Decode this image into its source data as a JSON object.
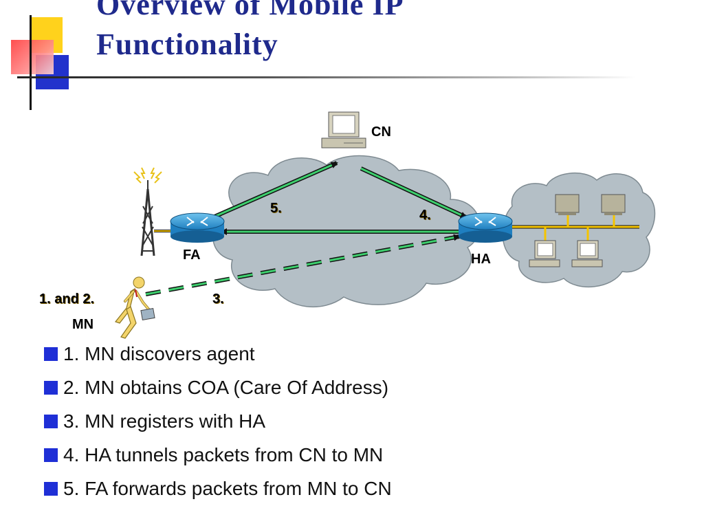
{
  "title": {
    "line1": "Overview of Mobile IP",
    "line2": "Functionality"
  },
  "diagram": {
    "labels": {
      "cn": "CN",
      "fa": "FA",
      "ha": "HA",
      "mn": "MN"
    },
    "steps": {
      "s12": "1. and 2.",
      "s3": "3.",
      "s4": "4.",
      "s5": "5."
    }
  },
  "bullets": [
    "1. MN discovers agent",
    "2. MN obtains COA (Care Of Address)",
    "3. MN registers with HA",
    "4. HA tunnels packets from CN to MN",
    "5. FA forwards packets from MN to CN"
  ],
  "colors": {
    "title": "#1f2a8c",
    "step_labels": "#f2c200",
    "arrows": "#3ecf6e",
    "bullet_square": "#1f2fd6",
    "cloud": "#b4bfc6"
  }
}
